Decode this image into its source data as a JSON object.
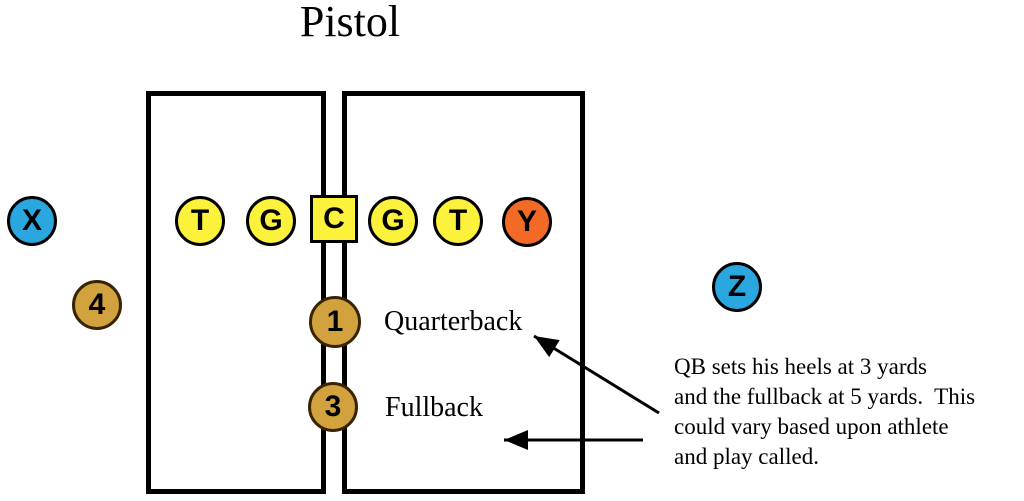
{
  "title": "Pistol",
  "colors": {
    "receiver-blue": "#2BA7E0",
    "line-yellow": "#FCF23B",
    "te-orange": "#F26A26",
    "back-gold": "#D2A23E",
    "back-border": "#3A2300",
    "ink": "#000000"
  },
  "players": {
    "X": {
      "label": "X"
    },
    "LT": {
      "label": "T"
    },
    "LG": {
      "label": "G"
    },
    "C": {
      "label": "C"
    },
    "RG": {
      "label": "G"
    },
    "RT": {
      "label": "T"
    },
    "Y": {
      "label": "Y"
    },
    "Z": {
      "label": "Z"
    },
    "H4": {
      "label": "4"
    },
    "QB": {
      "label": "1"
    },
    "FB": {
      "label": "3"
    }
  },
  "labels": {
    "quarterback": "Quarterback",
    "fullback": "Fullback"
  },
  "note": {
    "lines": [
      "QB sets his heels at 3 yards",
      "and the fullback at 5 yards.  This",
      "could vary based upon athlete",
      "and play called."
    ]
  }
}
